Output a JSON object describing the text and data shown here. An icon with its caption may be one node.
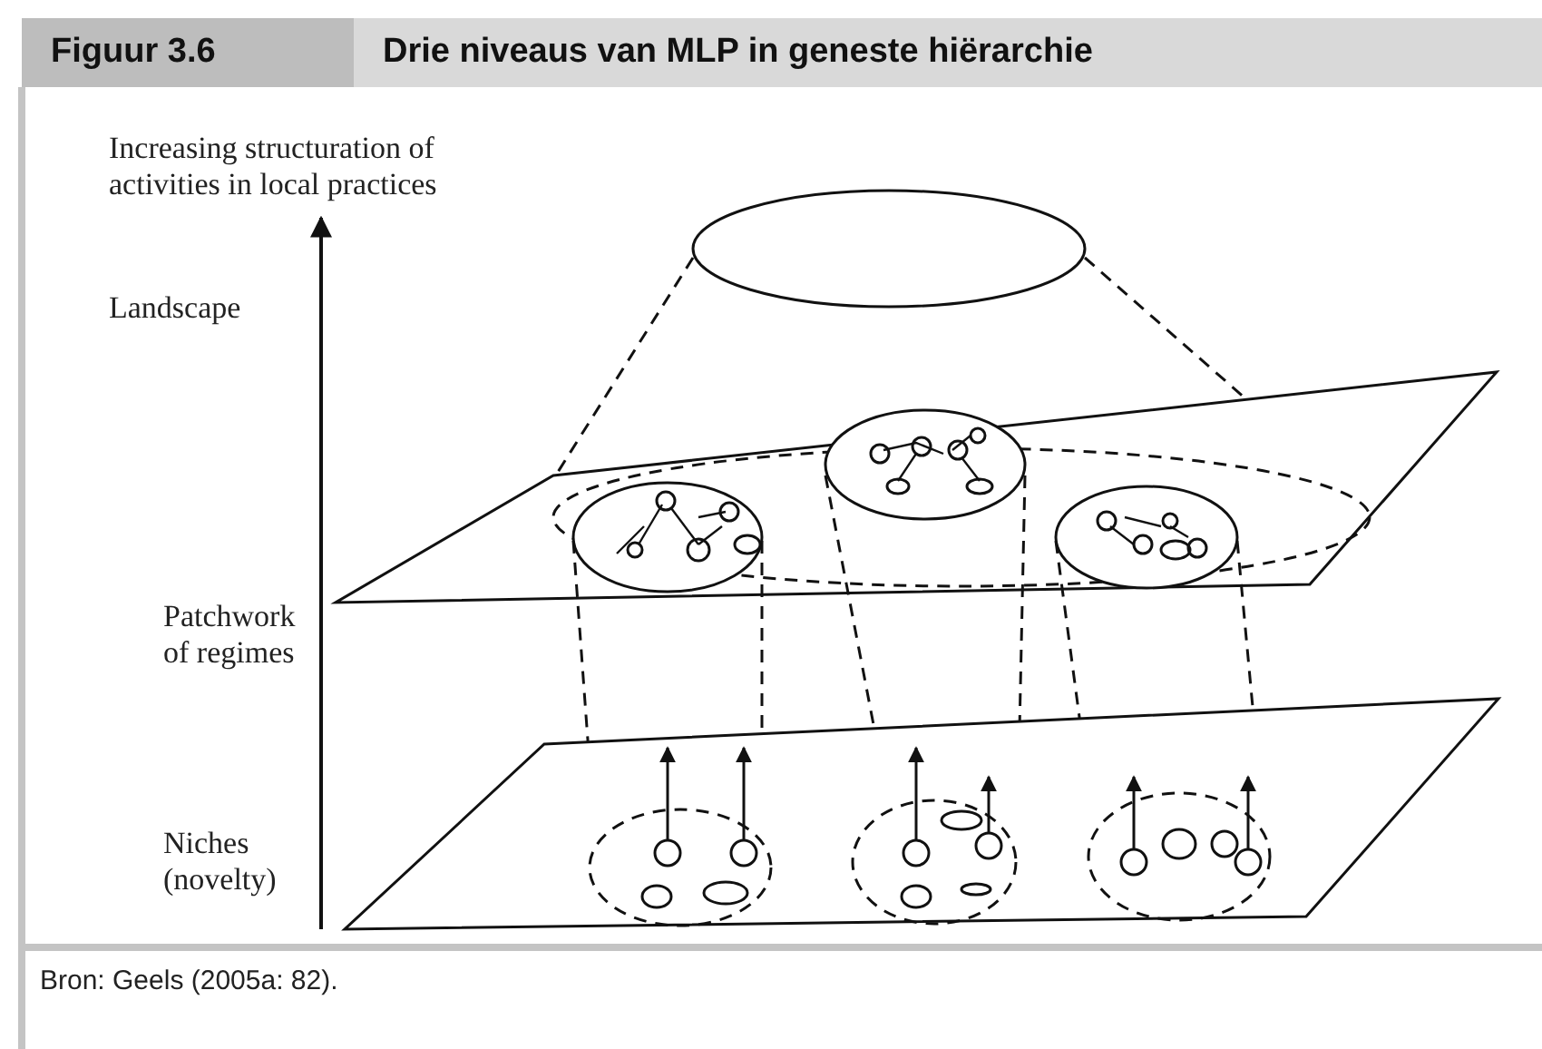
{
  "diagram": {
    "title": "Drie niveaus van MLP in geneste hiërarchie",
    "caption": "Bron: Geels (2005a: 82).",
    "labels": [
      "Figuur 3.6",
      "Increasing structuration of activities in local practices",
      "Landscape",
      "Patchwork of regimes",
      "Niches (novelty)"
    ]
  }
}
